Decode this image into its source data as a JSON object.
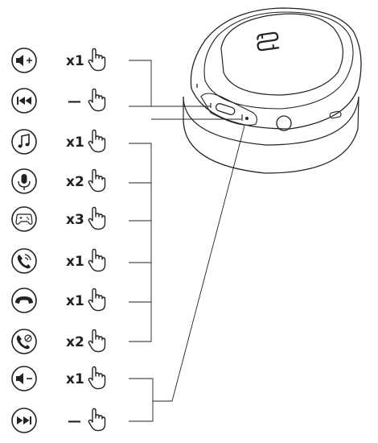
{
  "rows": [
    {
      "icon": "volume-up-icon",
      "gesture": "x1"
    },
    {
      "icon": "previous-track-icon",
      "gesture": "—"
    },
    {
      "icon": "music-note-icon",
      "gesture": "x1"
    },
    {
      "icon": "microphone-icon",
      "gesture": "x2"
    },
    {
      "icon": "gamepad-icon",
      "gesture": "x3"
    },
    {
      "icon": "answer-call-icon",
      "gesture": "x1"
    },
    {
      "icon": "end-call-icon",
      "gesture": "x1"
    },
    {
      "icon": "reject-call-icon",
      "gesture": "x2"
    },
    {
      "icon": "volume-down-icon",
      "gesture": "x1"
    },
    {
      "icon": "next-track-icon",
      "gesture": "—"
    }
  ],
  "earcup": {
    "logo_icon": "brand-logo-icon"
  }
}
